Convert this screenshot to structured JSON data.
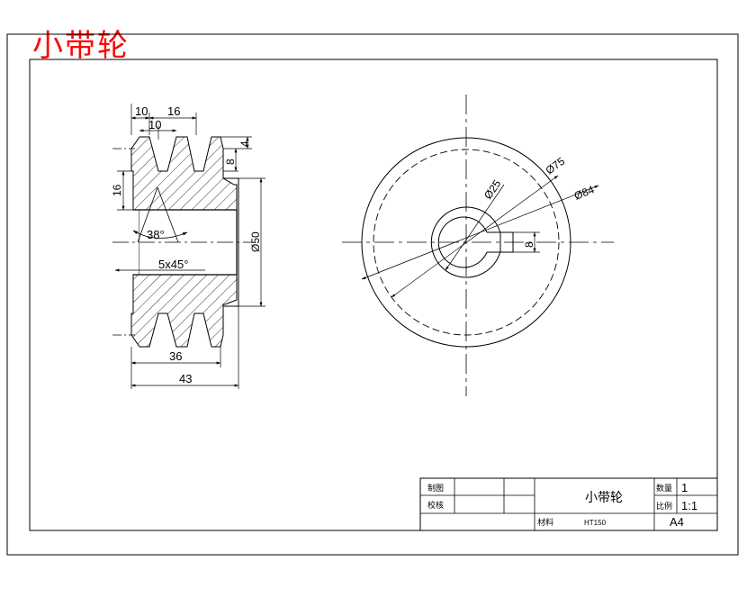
{
  "title_red": "小带轮",
  "colors": {
    "title": "#ff0000",
    "line": "#000000",
    "background": "#ffffff"
  },
  "front_view": {
    "dims": {
      "top_10a": "10",
      "top_16": "16",
      "top_10b": "10",
      "right_4": "4",
      "right_8": "8",
      "left_16": "16",
      "angle": "38°",
      "chamfer": "5x45°",
      "dia_50": "Ø50",
      "bottom_36": "36",
      "bottom_43": "43"
    }
  },
  "side_view": {
    "dims": {
      "dia_25": "Ø25",
      "dia_75": "Ø75",
      "dia_84": "Ø84",
      "key_8": "8"
    }
  },
  "title_block": {
    "drawn_label": "制图",
    "checked_label": "校核",
    "part_name": "小带轮",
    "qty_label": "数量",
    "qty_value": "1",
    "scale_label": "比例",
    "scale_value": "1:1",
    "material_label": "材料",
    "material_value": "HT150",
    "sheet_size": "A4"
  }
}
